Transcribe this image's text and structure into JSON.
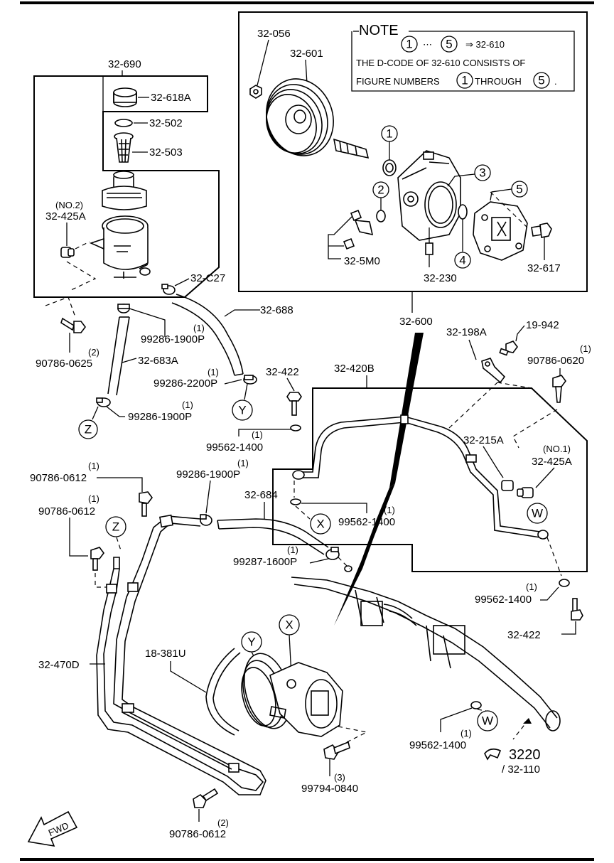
{
  "note": {
    "title": "NOTE",
    "line1_from": "1",
    "line1_dots": "⋯",
    "line1_to": "5",
    "line1_arrow": "⇒ 32-610",
    "line2": "THE D-CODE OF  32-610  CONSISTS OF",
    "line3_a": "FIGURE NUMBERS",
    "line3_n1": "1",
    "line3_b": "THROUGH",
    "line3_n2": "5",
    "line3_end": "."
  },
  "circled_numbers": [
    "1",
    "2",
    "3",
    "4",
    "5"
  ],
  "connection_letters": {
    "w": "W",
    "x": "X",
    "y": "Y",
    "z": "Z"
  },
  "parts": {
    "p32_056": "32-056",
    "p32_601": "32-601",
    "p32_690": "32-690",
    "p32_618a": "32-618A",
    "p32_502": "32-502",
    "p32_503": "32-503",
    "p32_425a_no2_qty": "(NO.2)",
    "p32_425a_left": "32-425A",
    "p32_5m0": "32-5M0",
    "p32_230": "32-230",
    "p32_617": "32-617",
    "p32_c27": "32-C27",
    "p32_688": "32-688",
    "p32_600": "32-600",
    "p99286_1900p_top_qty": "(1)",
    "p99286_1900p_top": "99286-1900P",
    "p90786_0625_qty": "(2)",
    "p90786_0625": "90786-0625",
    "p32_683a": "32-683A",
    "p99286_2200p_qty": "(1)",
    "p99286_2200p": "99286-2200P",
    "p32_422_top": "32-422",
    "p32_420b": "32-420B",
    "p32_198a": "32-198A",
    "p19_942": "19-942",
    "p90786_0620_qty": "(1)",
    "p90786_0620": "90786-0620",
    "p99286_1900p_z_qty": "(1)",
    "p99286_1900p_z": "99286-1900P",
    "p99562_1400_a_qty": "(1)",
    "p99562_1400_a": "99562-1400",
    "p32_215a": "32-215A",
    "p32_425a_no1_qty": "(NO.1)",
    "p32_425a_right": "32-425A",
    "p90786_0612_a_qty": "(1)",
    "p90786_0612_a": "90786-0612",
    "p99286_1900p_mid_qty": "(1)",
    "p99286_1900p_mid": "99286-1900P",
    "p32_684": "32-684",
    "p90786_0612_b_qty": "(1)",
    "p90786_0612_b": "90786-0612",
    "p99562_1400_b_qty": "(1)",
    "p99562_1400_b": "99562-1400",
    "p99287_1600p_qty": "(1)",
    "p99287_1600p": "99287-1600P",
    "p99562_1400_c_qty": "(1)",
    "p99562_1400_c": "99562-1400",
    "p32_422_bottom": "32-422",
    "p32_470d": "32-470D",
    "p18_381u": "18-381U",
    "p99562_1400_d_qty": "(1)",
    "p99562_1400_d": "99562-1400",
    "p3220": "3220",
    "p32_110": "/ 32-110",
    "p99794_0840_qty": "(3)",
    "p99794_0840": "99794-0840",
    "p90786_0612_c_qty": "(2)",
    "p90786_0612_c": "90786-0612"
  },
  "fwd_label": "FWD"
}
